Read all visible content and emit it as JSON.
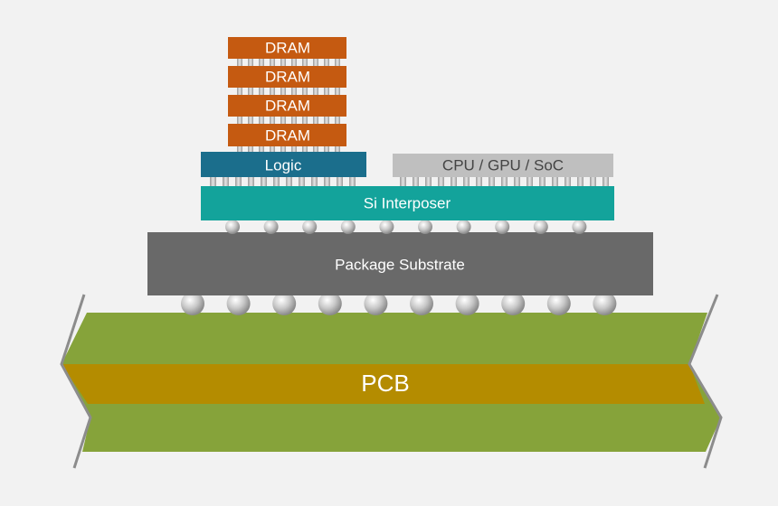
{
  "labels": {
    "dram": [
      "DRAM",
      "DRAM",
      "DRAM",
      "DRAM"
    ],
    "logic": "Logic",
    "cpu": "CPU / GPU / SoC",
    "interposer": "Si Interposer",
    "substrate": "Package Substrate",
    "pcb": "PCB"
  },
  "colors": {
    "background": "#f2f2f2",
    "dram": "#c55a11",
    "logic": "#1b6e8c",
    "cpu": "#bfbfbf",
    "interposer": "#13a39b",
    "substrate": "#696969",
    "pcb_green": "#86a33a",
    "pcb_gold": "#b48c00",
    "pcb_edge": "#8c8c8c",
    "bump": "#d0d0d0"
  }
}
